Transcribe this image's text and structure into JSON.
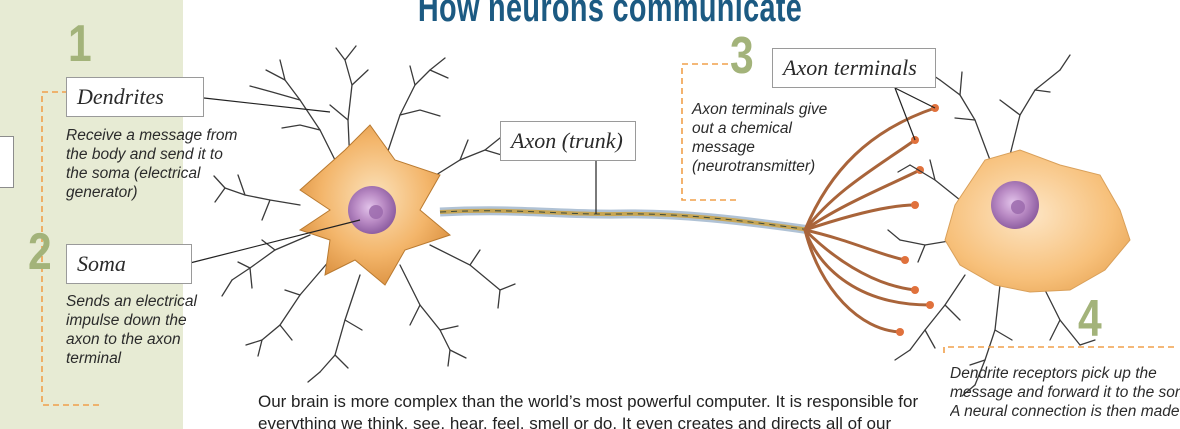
{
  "title": "How neurons communicate",
  "steps": [
    {
      "number": "1",
      "label": "Dendrites",
      "description_lines": [
        "Receive a message from",
        "the body and send it to",
        "the soma (electrical",
        "generator)"
      ]
    },
    {
      "number": "2",
      "label": "Soma",
      "description_lines": [
        "Sends an electrical",
        "impulse down the",
        "axon to the axon",
        "terminal"
      ]
    },
    {
      "number": "3",
      "label": "Axon terminals",
      "description_lines": [
        "Axon terminals give",
        "out a chemical",
        "message",
        "(neurotransmitter)"
      ]
    },
    {
      "number": "4",
      "label": "",
      "description_lines": [
        "Dendrite receptors pick up the",
        "message and forward it to the soma.",
        "A neural connection is then made."
      ]
    }
  ],
  "axon_label": "Axon (trunk)",
  "body_text_lines": [
    "Our brain is more complex than the world’s most powerful computer.  It is responsible for",
    "everything we think, see, hear, feel, smell or do.  It even creates and directs all of our"
  ],
  "colors": {
    "accent_band": "#e7ebd4",
    "number_green": "#a3b37a",
    "title_blue": "#1c5a82",
    "dashed_orange": "#f0a04b",
    "soma_orange": "#f3b56a",
    "nucleus_purple": "#b98ac4"
  }
}
